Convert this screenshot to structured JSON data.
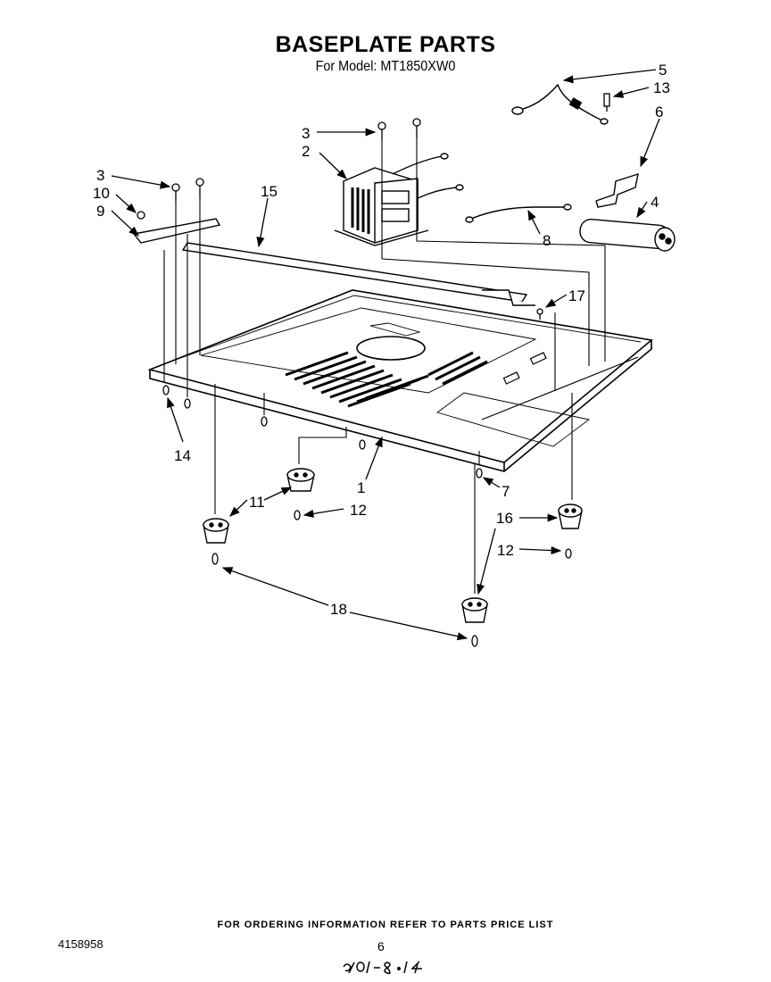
{
  "header": {
    "title": "BASEPLATE PARTS",
    "subtitle": "For Model: MT1850XW0"
  },
  "footer": {
    "ordering_note": "FOR ORDERING INFORMATION REFER TO PARTS PRICE LIST",
    "document_number": "4158958",
    "page_number": "6",
    "handwritten_note": "901-8-14"
  },
  "callouts": {
    "c1": "1",
    "c2": "2",
    "c3a": "3",
    "c3b": "3",
    "c4": "4",
    "c5": "5",
    "c6": "6",
    "c7": "7",
    "c8": "8",
    "c9": "9",
    "c10": "10",
    "c11": "11",
    "c12a": "12",
    "c12b": "12",
    "c13": "13",
    "c14": "14",
    "c15": "15",
    "c16": "16",
    "c17": "17",
    "c18": "18"
  }
}
